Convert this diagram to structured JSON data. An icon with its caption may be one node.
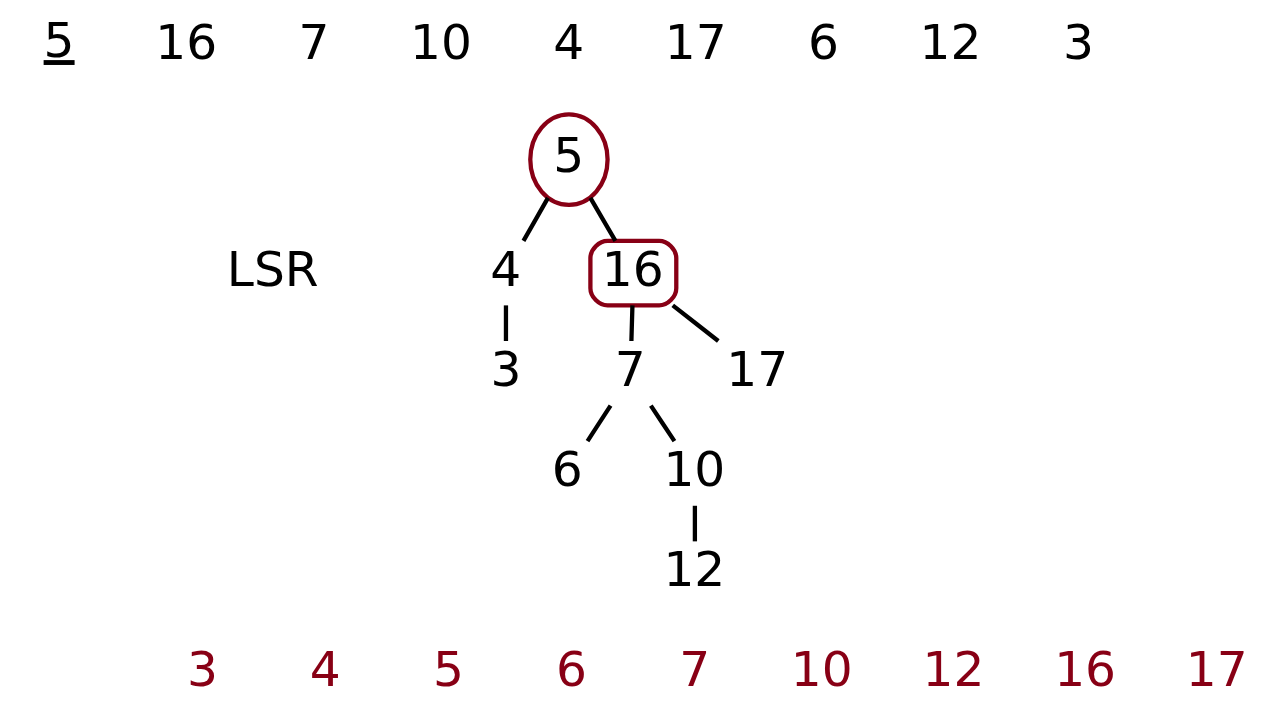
{
  "diagram": {
    "nodes": [
      {
        "text": [
          "5"
        ]
      },
      {
        "text": [
          "4"
        ]
      },
      {
        "text": [
          "16"
        ]
      },
      {
        "text": [
          "3"
        ]
      },
      {
        "text": [
          "7"
        ]
      },
      {
        "text": [
          "17"
        ]
      },
      {
        "text": [
          "6"
        ]
      },
      {
        "text": [
          "10"
        ]
      },
      {
        "text": [
          "12"
        ]
      }
    ],
    "edges": [
      {
        "from": 0,
        "to": 1,
        "arrow": "none"
      },
      {
        "from": 0,
        "to": 2,
        "arrow": "none"
      },
      {
        "from": 1,
        "to": 3,
        "arrow": "none"
      },
      {
        "from": 2,
        "to": 4,
        "arrow": "none"
      },
      {
        "from": 2,
        "to": 5,
        "arrow": "none"
      },
      {
        "from": 4,
        "to": 6,
        "arrow": "none"
      },
      {
        "from": 4,
        "to": 7,
        "arrow": "none"
      },
      {
        "from": 7,
        "to": 8,
        "arrow": "none"
      }
    ],
    "labels": [
      "5",
      "16",
      "7",
      "10",
      "4",
      "17",
      "6",
      "12",
      "3",
      "LSR",
      "3",
      "4",
      "5",
      "6",
      "7",
      "10",
      "12",
      "16",
      "17"
    ]
  }
}
